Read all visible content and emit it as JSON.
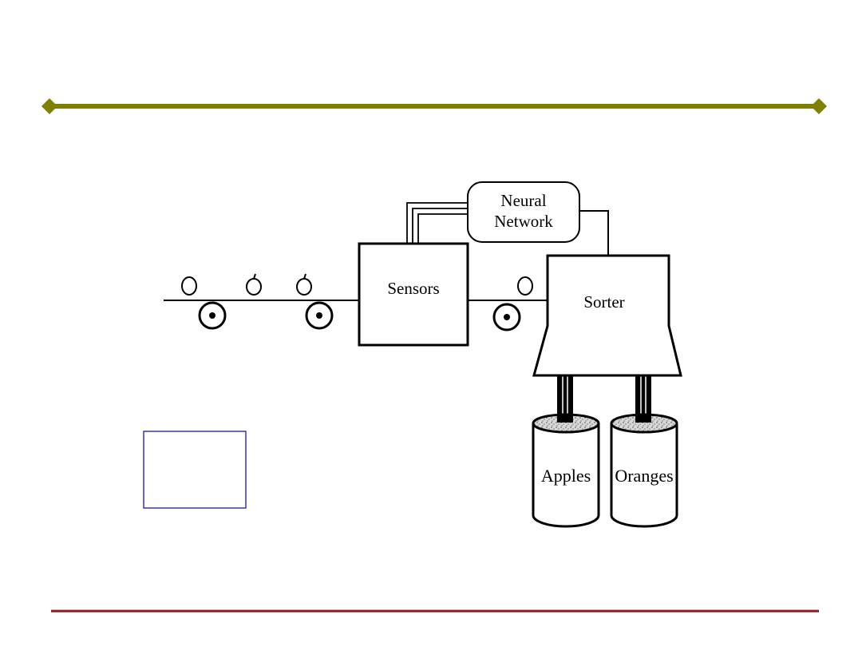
{
  "colors": {
    "top_rule": "#808000",
    "bottom_rule": "#8b1a1a",
    "blank_box_border": "#3333cc",
    "ink": "#000000"
  },
  "diagram": {
    "neural_network_label_line1": "Neural",
    "neural_network_label_line2": "Network",
    "sensors_label": "Sensors",
    "sorter_label": "Sorter",
    "apples_bin_label": "Apples",
    "oranges_bin_label": "Oranges"
  },
  "icons": [
    "apple-icon",
    "orange-icon",
    "roller-icon"
  ]
}
